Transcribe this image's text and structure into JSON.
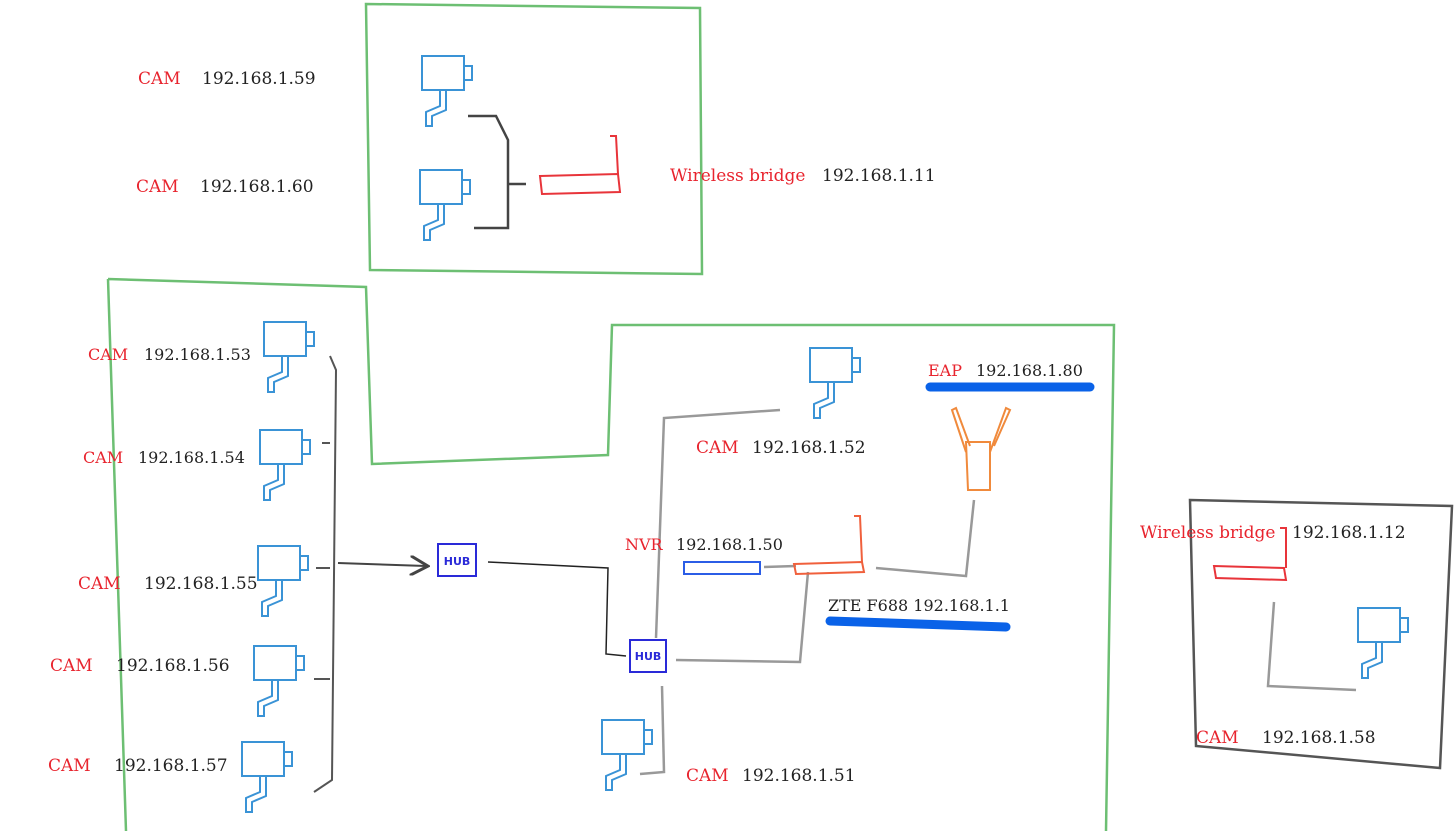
{
  "colors": {
    "zone_border": "#6dbf73",
    "zone_border_dark": "#555555",
    "camera": "#3a93d6",
    "hub": "#2a2ad8",
    "router": "#f0603c",
    "bridge": "#e8343a",
    "eap": "#f08a3c",
    "nvr": "#2b5de6",
    "highlight": "#0a62e8",
    "label_type": "#e8242e",
    "label_ip": "#222222",
    "wire": "#999999",
    "wire_dark": "#444444"
  },
  "icons": {
    "camera": "camera-icon",
    "hub": "hub-icon",
    "router": "router-icon",
    "bridge": "wireless-bridge-icon",
    "eap": "access-point-icon",
    "nvr": "nvr-icon"
  },
  "cameras": {
    "cam59": {
      "type": "CAM",
      "ip": "192.168.1.59"
    },
    "cam60": {
      "type": "CAM",
      "ip": "192.168.1.60"
    },
    "cam53": {
      "type": "CAM",
      "ip": "192.168.1.53"
    },
    "cam54": {
      "type": "CAM",
      "ip": "192.168.1.54"
    },
    "cam55": {
      "type": "CAM",
      "ip": "192.168.1.55"
    },
    "cam56": {
      "type": "CAM",
      "ip": "192.168.1.56"
    },
    "cam57": {
      "type": "CAM",
      "ip": "192.168.1.57"
    },
    "cam52": {
      "type": "CAM",
      "ip": "192.168.1.52"
    },
    "cam51": {
      "type": "CAM",
      "ip": "192.168.1.51"
    },
    "cam58": {
      "type": "CAM",
      "ip": "192.168.1.58"
    }
  },
  "devices": {
    "bridge11": {
      "type": "Wireless bridge",
      "ip": "192.168.1.11"
    },
    "bridge12": {
      "type": "Wireless bridge",
      "ip": "192.168.1.12"
    },
    "eap": {
      "type": "EAP",
      "ip": "192.168.1.80"
    },
    "nvr": {
      "type": "NVR",
      "ip": "192.168.1.50"
    },
    "router": {
      "label": "ZTE F688 192.168.1.1"
    },
    "hub_left": {
      "label": "HUB"
    },
    "hub_center": {
      "label": "HUB"
    }
  }
}
